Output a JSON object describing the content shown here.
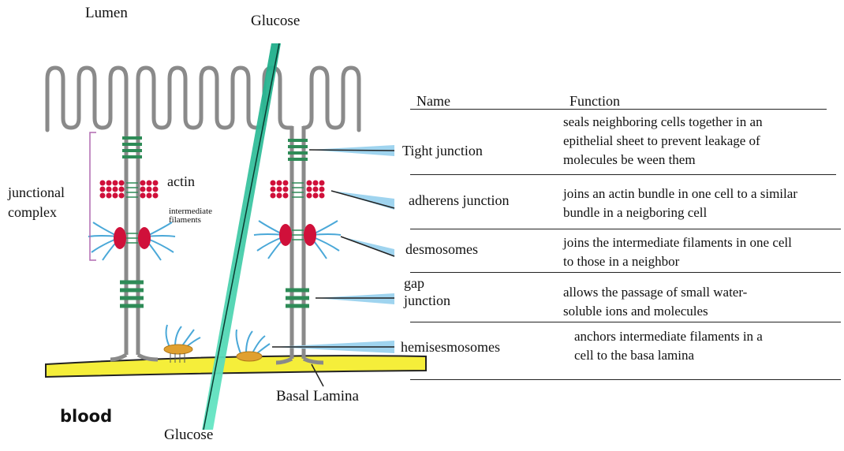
{
  "labels": {
    "lumen": "Lumen",
    "glucose_top": "Glucose",
    "glucose_bottom": "Glucose",
    "junctional_complex": "junctional\ncomplex",
    "actin": "actin",
    "intermediate_filaments": "intermediate\nfilaments",
    "basal_lamina": "Basal Lamina",
    "blood": "blood"
  },
  "table": {
    "header_name": "Name",
    "header_function": "Function",
    "rows": [
      {
        "name": "Tight junction",
        "function": "seals neighboring cells together in an\nepithelial sheet to prevent leakage of\nmolecules be  ween them"
      },
      {
        "name": "adherens junction",
        "function": "joins an actin bundle in one cell to a similar\n bundle in a neigboring cell"
      },
      {
        "name": "desmosomes",
        "function": "joins the intermediate filaments in one cell\nto those in a neighbor"
      },
      {
        "name": "gap\njunction",
        "function": "allows the passage of small water-\nsoluble ions and molecules"
      },
      {
        "name": "hemisesmosomes",
        "function": "anchors intermediate filaments in a\ncell to the basa lamina"
      }
    ]
  },
  "colors": {
    "membrane": "#8a8a8a",
    "tight_junction": "#2e8b57",
    "actin": "#d0103a",
    "intermediate_filament": "#4aa8d8",
    "hemidesmosome": "#e0a030",
    "basal_lamina": "#f5ee3a",
    "glucose_arrow": "#2fcfa8",
    "pointer": "#9fd4ef",
    "bracket": "#b06ab0"
  }
}
